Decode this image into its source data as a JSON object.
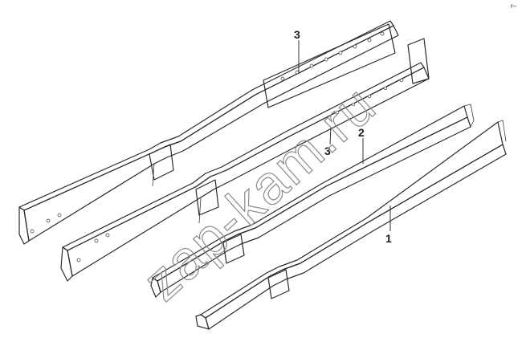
{
  "callouts": {
    "top": "3",
    "middle": "3",
    "rail2": "2",
    "rail1": "1"
  },
  "watermark": "zap-kam.ru",
  "corner_mark": "r–",
  "colors": {
    "line": "#2a2a2a",
    "fill_light": "#f2f2f2",
    "fill_speckle": "#e6e6e6",
    "watermark": "#8a8a8a"
  }
}
